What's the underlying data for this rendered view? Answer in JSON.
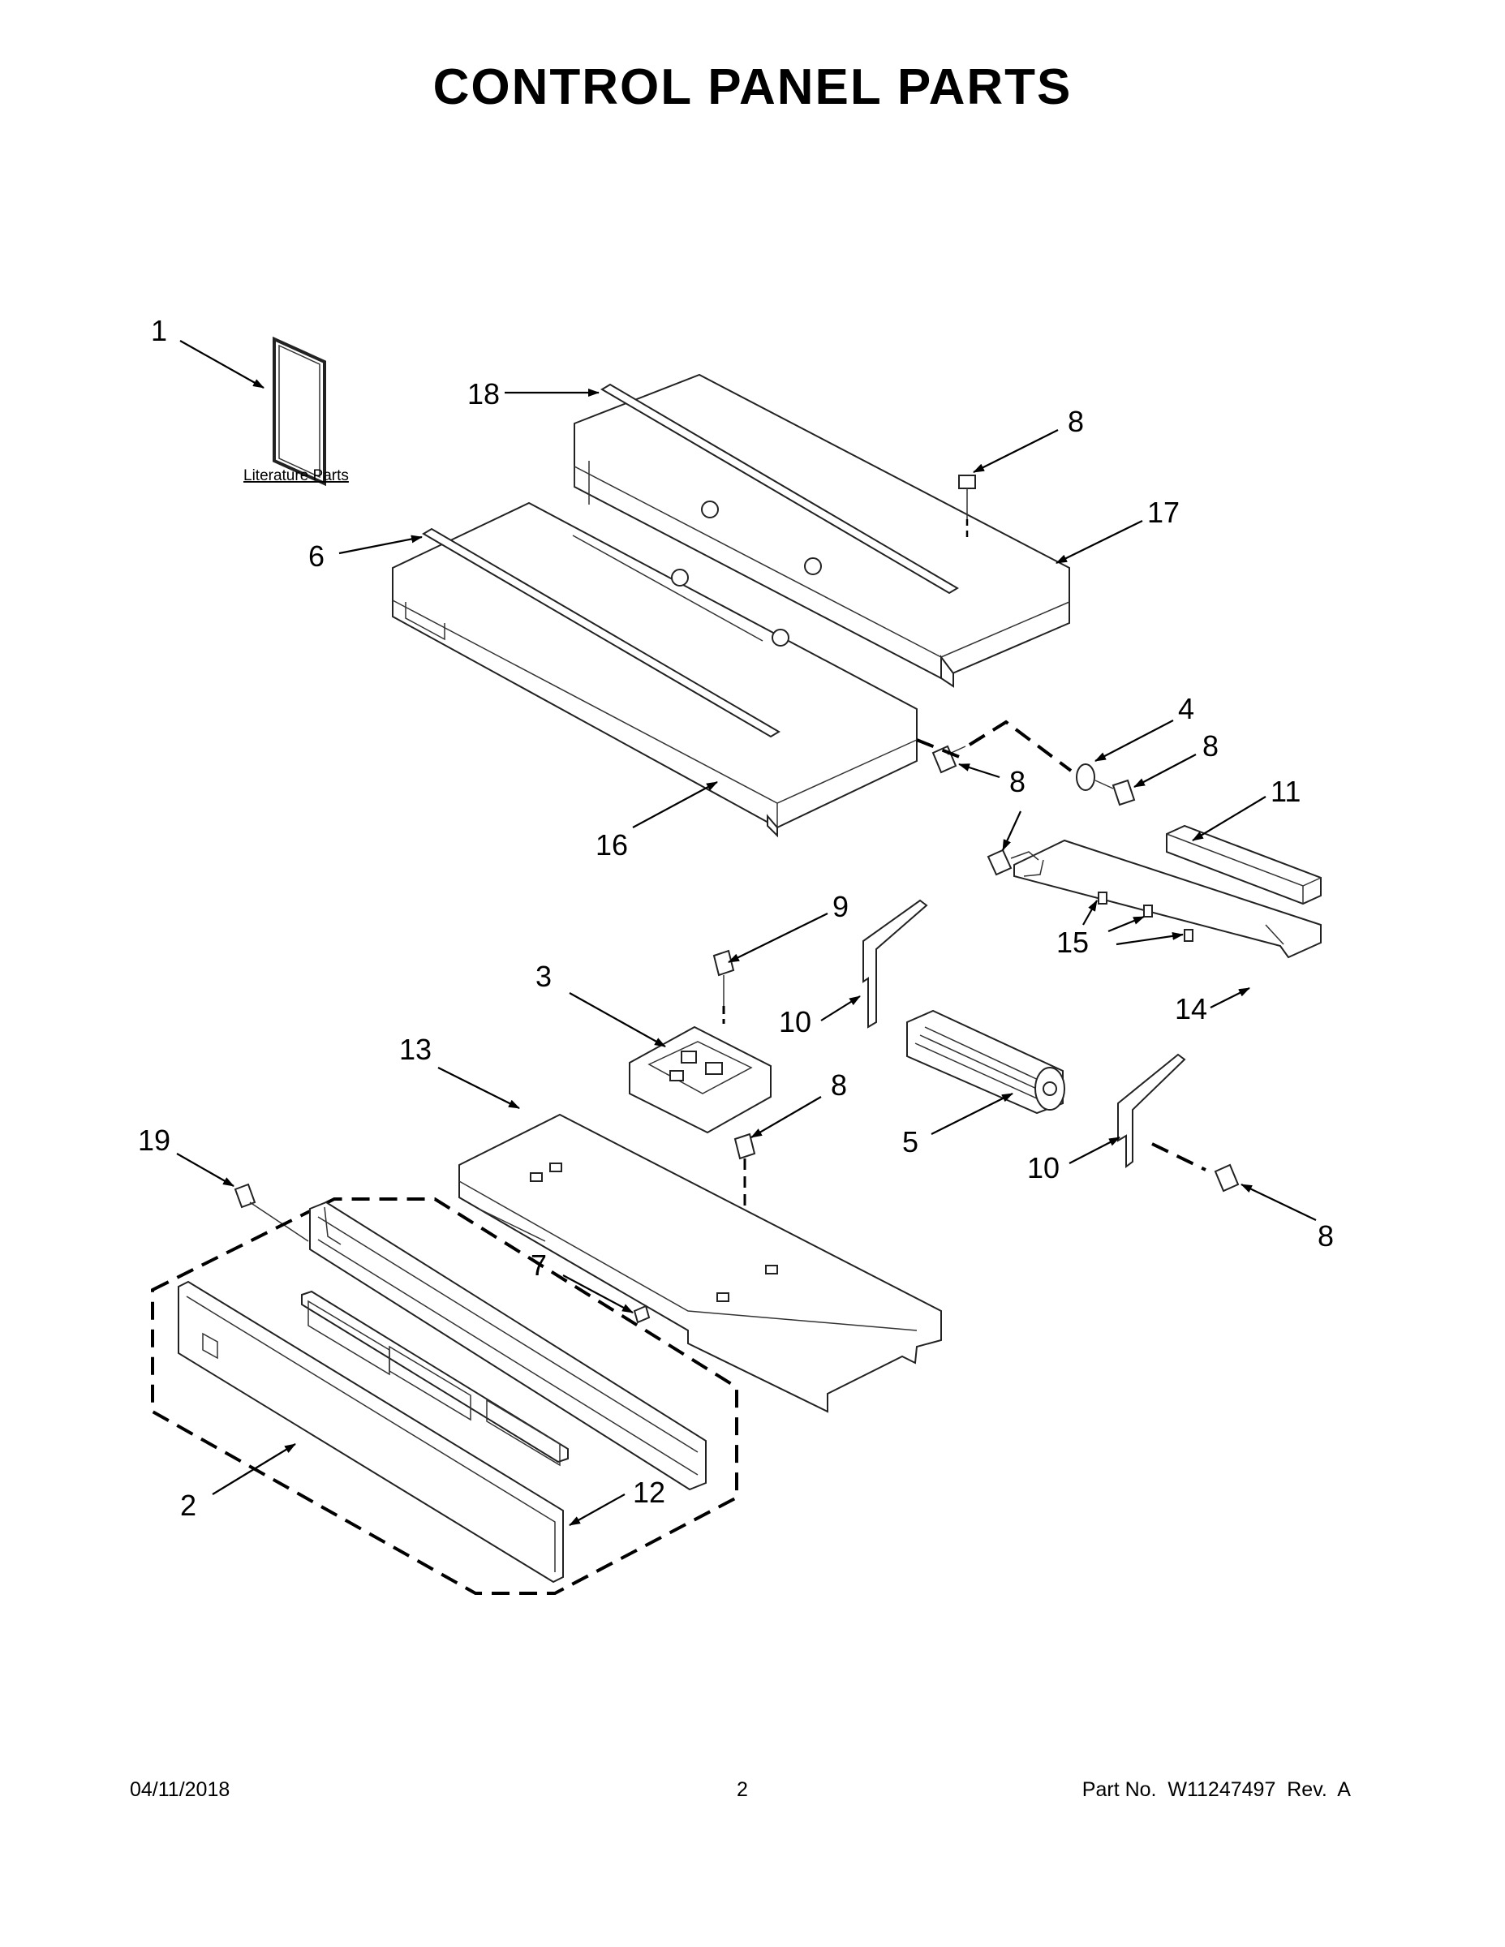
{
  "title": "CONTROL PANEL PARTS",
  "literature_label": "Literature Parts",
  "callouts": {
    "c1": "1",
    "c18": "18",
    "c8a": "8",
    "c17": "17",
    "c6": "6",
    "c4": "4",
    "c8b": "8",
    "c8c": "8",
    "c8d": "8",
    "c11": "11",
    "c16": "16",
    "c9": "9",
    "c3": "3",
    "c10a": "10",
    "c15": "15",
    "c14": "14",
    "c13": "13",
    "c8e": "8",
    "c5": "5",
    "c19": "19",
    "c10b": "10",
    "c8f": "8",
    "c7": "7",
    "c12": "12",
    "c2": "2"
  },
  "footer": {
    "date": "04/11/2018",
    "page": "2",
    "part_number": "Part No.  W11247497  Rev.  A"
  }
}
